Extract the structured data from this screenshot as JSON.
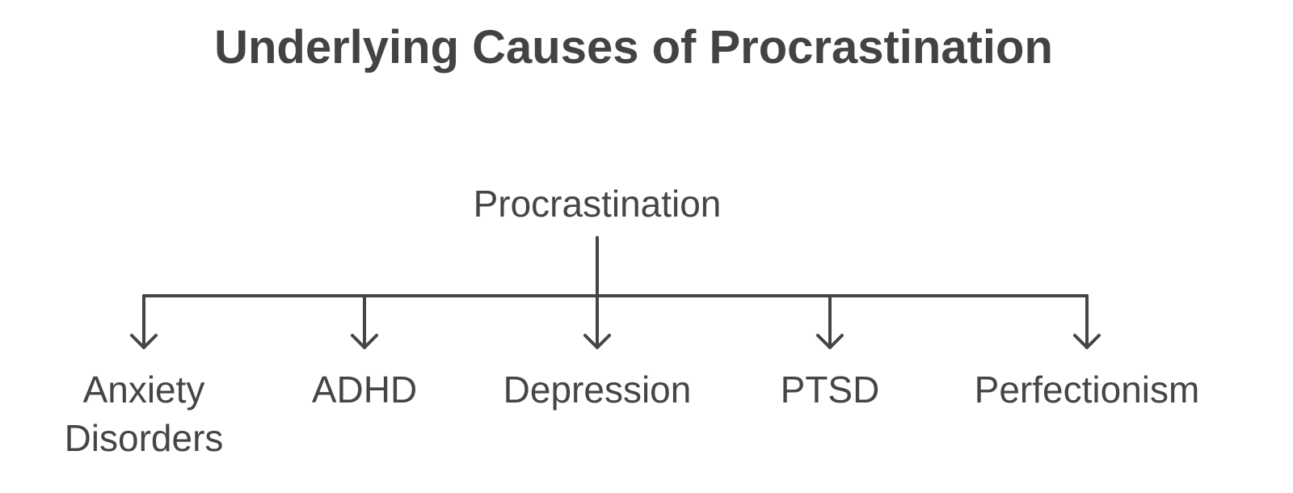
{
  "diagram": {
    "title": "Underlying Causes of Procrastination",
    "root": {
      "label": "Procrastination"
    },
    "children": [
      {
        "id": "anxiety",
        "lines": [
          "Anxiety",
          "Disorders"
        ]
      },
      {
        "id": "adhd",
        "lines": [
          "ADHD"
        ]
      },
      {
        "id": "depression",
        "lines": [
          "Depression"
        ]
      },
      {
        "id": "ptsd",
        "lines": [
          "PTSD"
        ]
      },
      {
        "id": "perfectionism",
        "lines": [
          "Perfectionism"
        ]
      }
    ],
    "colors": {
      "text": "#454545",
      "title": "#434343",
      "lines": "#454545",
      "background": "#ffffff"
    }
  }
}
